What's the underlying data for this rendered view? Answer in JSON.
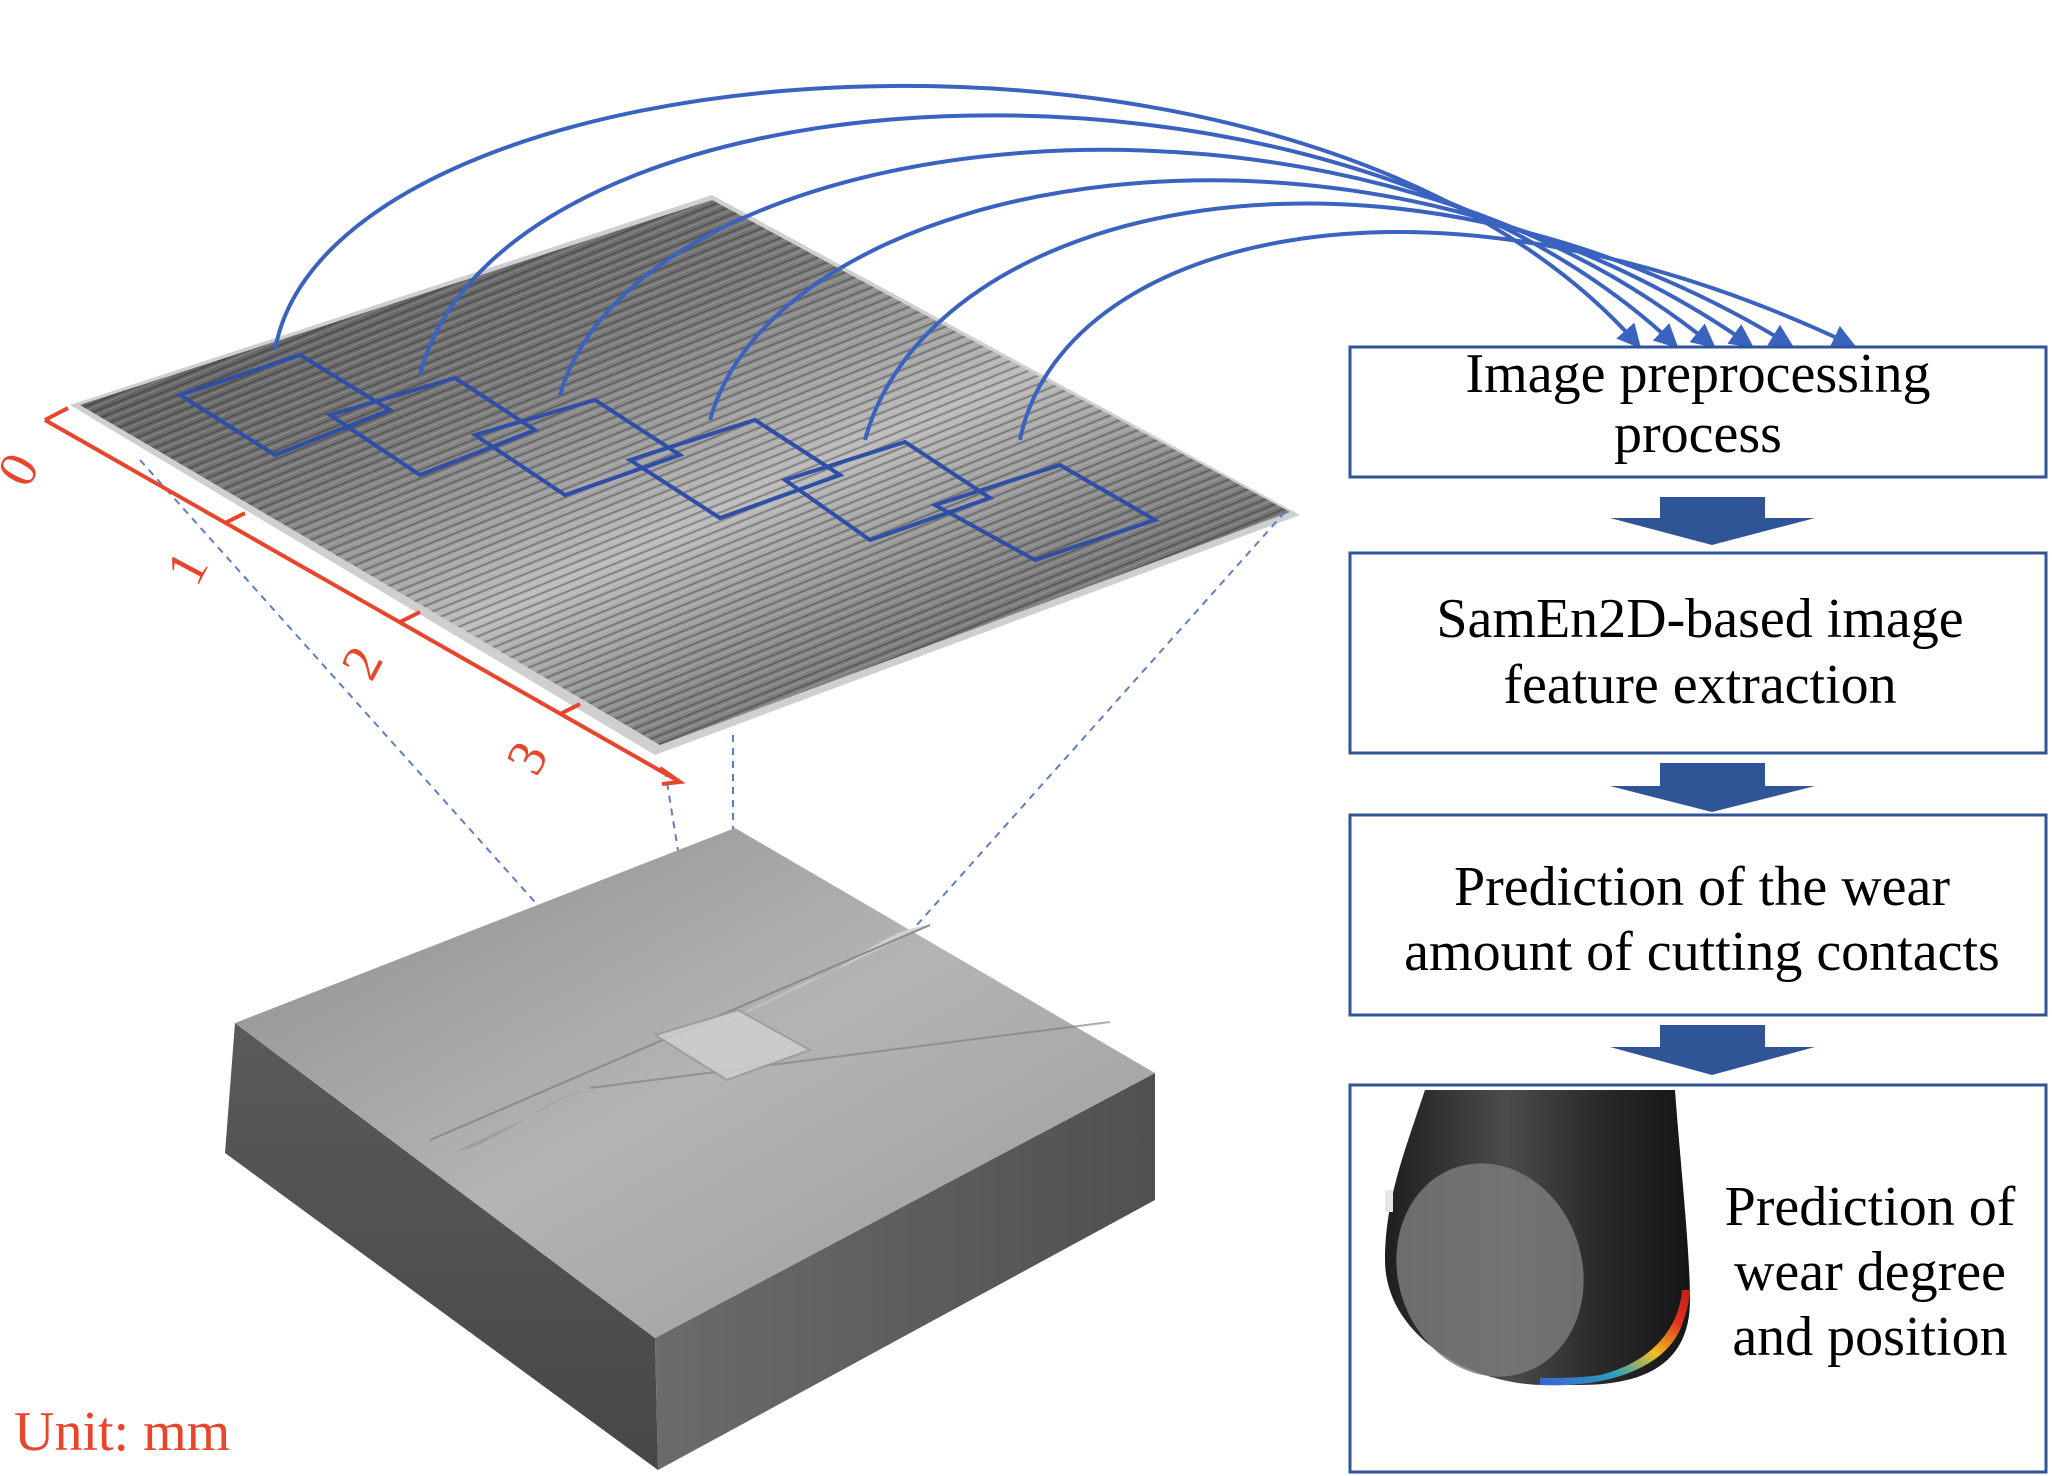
{
  "colors": {
    "flow_blue": "#2f5597",
    "arc_blue": "#3a63c0",
    "scale_red": "#e8452c",
    "frame_blue": "#2f4ea5",
    "dash_blue": "#5b7fc7"
  },
  "scale": {
    "ticks": [
      "0",
      "1",
      "2",
      "3"
    ],
    "unit_label": "Unit: mm"
  },
  "flow": {
    "steps": [
      {
        "line1": "Image preprocessing",
        "line2": "process"
      },
      {
        "line1": "SamEn2D-based image",
        "line2": "feature extraction"
      },
      {
        "line1": "Prediction of the wear",
        "line2": "amount of cutting contacts"
      }
    ],
    "final": {
      "line1": "Prediction of",
      "line2": "wear degree",
      "line3": "and position"
    }
  },
  "icons": {
    "surface": "machined-surface-image",
    "block": "workpiece-block",
    "tool": "ball-end-mill-tool"
  }
}
